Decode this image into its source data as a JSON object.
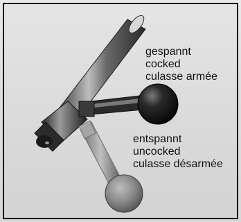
{
  "figure": {
    "callouts": {
      "cocked": {
        "de": "gespannt",
        "en": "cocked",
        "fr": "culasse armée"
      },
      "uncocked": {
        "de": "entspannt",
        "en": "uncocked",
        "fr": "culasse désarmée"
      }
    }
  }
}
